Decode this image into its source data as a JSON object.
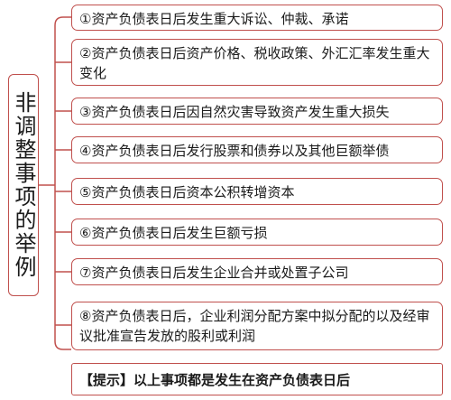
{
  "root": {
    "label": "非调整事项的举例"
  },
  "items": [
    {
      "text": "①资产负债表日后发生重大诉讼、仲裁、承诺"
    },
    {
      "text": "②资产负债表日后资产价格、税收政策、外汇汇率发生重大变化"
    },
    {
      "text": "③资产负债表日后因自然灾害导致资产发生重大损失"
    },
    {
      "text": "④资产负债表日后发行股票和债券以及其他巨额举债"
    },
    {
      "text": "⑤资产负债表日后资本公积转增资本"
    },
    {
      "text": "⑥资产负债表日后发生巨额亏损"
    },
    {
      "text": "⑦资产负债表日后发生企业合并或处置子公司"
    },
    {
      "text": "⑧资产负债表日后，企业利润分配方案中拟分配的以及经审议批准宣告发放的股利或利润"
    }
  ],
  "hint": {
    "text": "【提示】以上事项都是发生在资产负债表日后"
  },
  "colors": {
    "border": "#c0504d",
    "text": "#1a1a1a",
    "background": "#ffffff"
  }
}
